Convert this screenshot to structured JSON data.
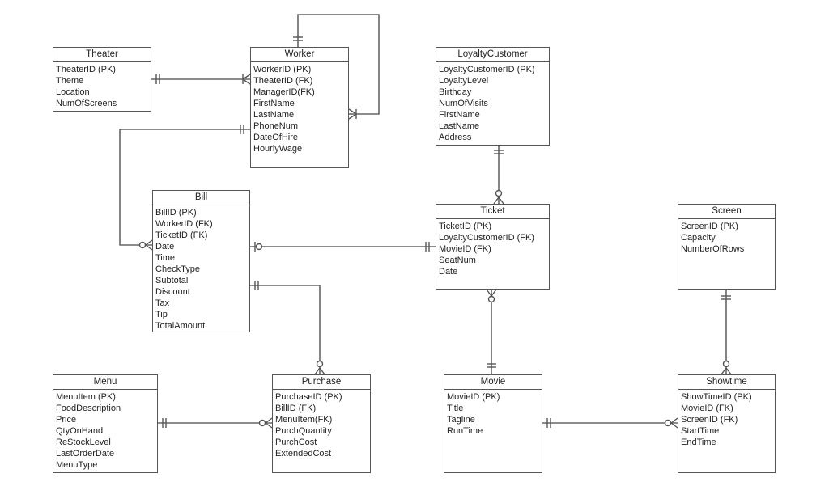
{
  "entities": {
    "theater": {
      "name": "Theater",
      "attributes": [
        "TheaterID (PK)",
        "Theme",
        "Location",
        "NumOfScreens"
      ]
    },
    "worker": {
      "name": "Worker",
      "attributes": [
        "WorkerID (PK)",
        "TheaterID (FK)",
        "ManagerID(FK)",
        "FirstName",
        "LastName",
        "PhoneNum",
        "DateOfHire",
        "HourlyWage"
      ]
    },
    "loyaltycustomer": {
      "name": "LoyaltyCustomer",
      "attributes": [
        "LoyaltyCustomerID (PK)",
        "LoyaltyLevel",
        "Birthday",
        "NumOfVisits",
        "FirstName",
        "LastName",
        "Address"
      ]
    },
    "bill": {
      "name": "Bill",
      "attributes": [
        "BillID (PK)",
        "WorkerID (FK)",
        "TicketID (FK)",
        "Date",
        "Time",
        "CheckType",
        "Subtotal",
        "Discount",
        "Tax",
        "Tip",
        "TotalAmount"
      ]
    },
    "ticket": {
      "name": "Ticket",
      "attributes": [
        "TicketID (PK)",
        "LoyaltyCustomerID (FK)",
        "MovieID (FK)",
        "SeatNum",
        "Date"
      ]
    },
    "screen": {
      "name": "Screen",
      "attributes": [
        "ScreenID (PK)",
        "Capacity",
        "NumberOfRows"
      ]
    },
    "menu": {
      "name": "Menu",
      "attributes": [
        "MenuItem (PK)",
        "FoodDescription",
        "Price",
        "QtyOnHand",
        "ReStockLevel",
        "LastOrderDate",
        "MenuType"
      ]
    },
    "purchase": {
      "name": "Purchase",
      "attributes": [
        "PurchaseID (PK)",
        "BillID (FK)",
        "MenuItem(FK)",
        "PurchQuantity",
        "PurchCost",
        "ExtendedCost"
      ]
    },
    "movie": {
      "name": "Movie",
      "attributes": [
        "MovieID (PK)",
        "Title",
        "Tagline",
        "RunTime"
      ]
    },
    "showtime": {
      "name": "Showtime",
      "attributes": [
        "ShowTimeID (PK)",
        "MovieID (FK)",
        "ScreenID (FK)",
        "StartTime",
        "EndTime"
      ]
    }
  },
  "relationships": [
    {
      "from": "theater",
      "to": "worker",
      "from_end": "one",
      "to_end": "many"
    },
    {
      "from": "worker",
      "to": "worker",
      "from_end": "one",
      "to_end": "many"
    },
    {
      "from": "worker",
      "to": "bill",
      "from_end": "one",
      "to_end": "zero-or-many"
    },
    {
      "from": "bill",
      "to": "ticket",
      "from_end": "zero-or-one",
      "to_end": "one"
    },
    {
      "from": "loyaltycustomer",
      "to": "ticket",
      "from_end": "one",
      "to_end": "zero-or-many"
    },
    {
      "from": "bill",
      "to": "purchase",
      "from_end": "one",
      "to_end": "zero-or-many"
    },
    {
      "from": "menu",
      "to": "purchase",
      "from_end": "one",
      "to_end": "zero-or-many"
    },
    {
      "from": "movie",
      "to": "ticket",
      "from_end": "one",
      "to_end": "zero-or-many"
    },
    {
      "from": "movie",
      "to": "showtime",
      "from_end": "one",
      "to_end": "zero-or-many"
    },
    {
      "from": "screen",
      "to": "showtime",
      "from_end": "one",
      "to_end": "zero-or-many"
    }
  ],
  "colors": {
    "border": "#555555",
    "line": "#666666",
    "text": "#222222"
  }
}
